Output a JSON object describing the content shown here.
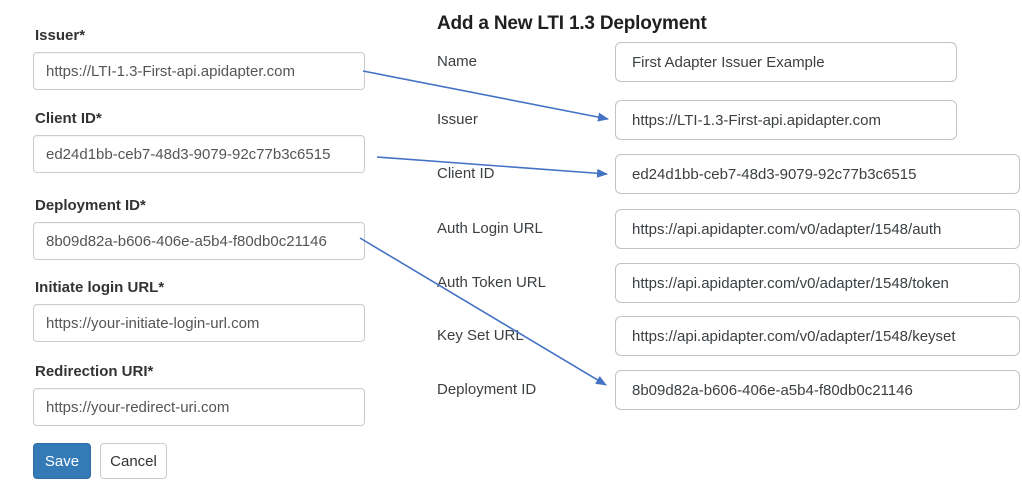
{
  "left_form": {
    "fields": [
      {
        "label": "Issuer*",
        "value": "https://LTI-1.3-First-api.apidapter.com"
      },
      {
        "label": "Client ID*",
        "value": "ed24d1bb-ceb7-48d3-9079-92c77b3c6515"
      },
      {
        "label": "Deployment ID*",
        "value": "8b09d82a-b606-406e-a5b4-f80db0c21146"
      },
      {
        "label": "Initiate login URL*",
        "value": "https://your-initiate-login-url.com"
      },
      {
        "label": "Redirection URI*",
        "value": "https://your-redirect-uri.com"
      }
    ],
    "save_label": "Save",
    "cancel_label": "Cancel"
  },
  "right_panel": {
    "title": "Add a New LTI 1.3 Deployment",
    "fields": [
      {
        "label": "Name",
        "value": "First Adapter Issuer Example"
      },
      {
        "label": "Issuer",
        "value": "https://LTI-1.3-First-api.apidapter.com"
      },
      {
        "label": "Client ID",
        "value": "ed24d1bb-ceb7-48d3-9079-92c77b3c6515"
      },
      {
        "label": "Auth Login URL",
        "value": "https://api.apidapter.com/v0/adapter/1548/auth"
      },
      {
        "label": "Auth Token URL",
        "value": "https://api.apidapter.com/v0/adapter/1548/token"
      },
      {
        "label": "Key Set URL",
        "value": "https://api.apidapter.com/v0/adapter/1548/keyset"
      },
      {
        "label": "Deployment ID",
        "value": "8b09d82a-b606-406e-a5b4-f80db0c21146"
      }
    ]
  },
  "arrows": [
    {
      "from": "Issuer*",
      "to": "Issuer"
    },
    {
      "from": "Client ID*",
      "to": "Client ID"
    },
    {
      "from": "Deployment ID*",
      "to": "Deployment ID"
    }
  ],
  "colors": {
    "arrow": "#4472c4",
    "save_button_bg": "#337ab7",
    "save_button_border": "#2e6da4"
  }
}
